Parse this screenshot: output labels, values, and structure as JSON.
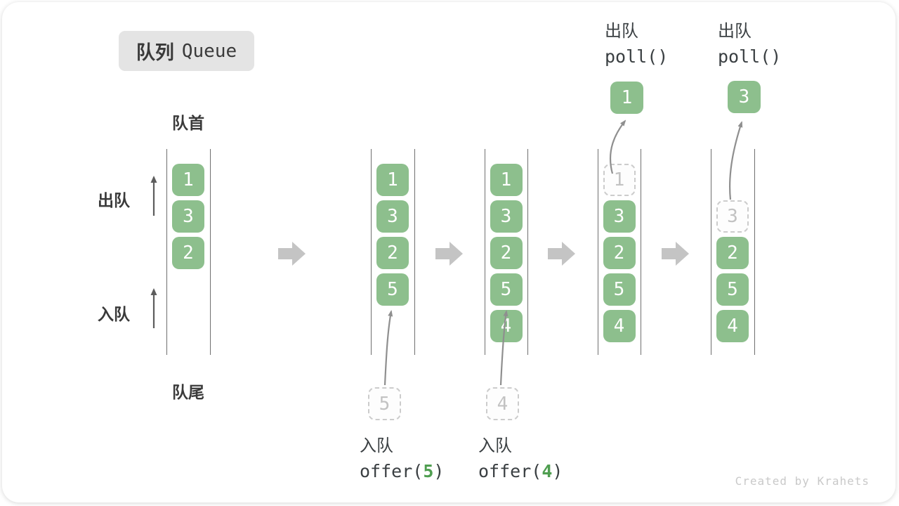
{
  "title": {
    "zh": "队列",
    "en": "Queue"
  },
  "labels": {
    "head": "队首",
    "tail": "队尾",
    "dequeue_side": "出队",
    "enqueue_side": "入队"
  },
  "watermark": "Created by Krahets",
  "colors": {
    "box_green": "#8dbf8d",
    "code_green": "#4f9e50",
    "block_arrow": "#c4c4c4",
    "wall_line": "#6f6f6f",
    "curve_arrow": "#8f8f8f",
    "ghost_border": "#cccccc",
    "ghost_text": "#c2c2c2",
    "text_dark": "#3a3f42"
  },
  "queue_states": [
    {
      "slots": [
        {
          "value": "1",
          "style": "solid"
        },
        {
          "value": "3",
          "style": "solid"
        },
        {
          "value": "2",
          "style": "solid"
        },
        null,
        null
      ],
      "annotation": null
    },
    {
      "slots": [
        {
          "value": "1",
          "style": "solid"
        },
        {
          "value": "3",
          "style": "solid"
        },
        {
          "value": "2",
          "style": "solid"
        },
        {
          "value": "5",
          "style": "solid"
        },
        null
      ],
      "annotation": {
        "kind": "enqueue",
        "action": "入队",
        "code_pre": "offer(",
        "code_arg": "5",
        "code_post": ")",
        "ghost_value": "5"
      }
    },
    {
      "slots": [
        {
          "value": "1",
          "style": "solid"
        },
        {
          "value": "3",
          "style": "solid"
        },
        {
          "value": "2",
          "style": "solid"
        },
        {
          "value": "5",
          "style": "solid"
        },
        {
          "value": "4",
          "style": "solid"
        }
      ],
      "annotation": {
        "kind": "enqueue",
        "action": "入队",
        "code_pre": "offer(",
        "code_arg": "4",
        "code_post": ")",
        "ghost_value": "4"
      }
    },
    {
      "slots": [
        {
          "value": "1",
          "style": "dashed"
        },
        {
          "value": "3",
          "style": "solid"
        },
        {
          "value": "2",
          "style": "solid"
        },
        {
          "value": "5",
          "style": "solid"
        },
        {
          "value": "4",
          "style": "solid"
        }
      ],
      "annotation": {
        "kind": "dequeue",
        "action": "出队",
        "code_pre": "poll()",
        "code_arg": "",
        "code_post": "",
        "out_value": "1"
      }
    },
    {
      "slots": [
        null,
        {
          "value": "3",
          "style": "dashed"
        },
        {
          "value": "2",
          "style": "solid"
        },
        {
          "value": "5",
          "style": "solid"
        },
        {
          "value": "4",
          "style": "solid"
        }
      ],
      "annotation": {
        "kind": "dequeue",
        "action": "出队",
        "code_pre": "poll()",
        "code_arg": "",
        "code_post": "",
        "out_value": "3"
      }
    }
  ]
}
